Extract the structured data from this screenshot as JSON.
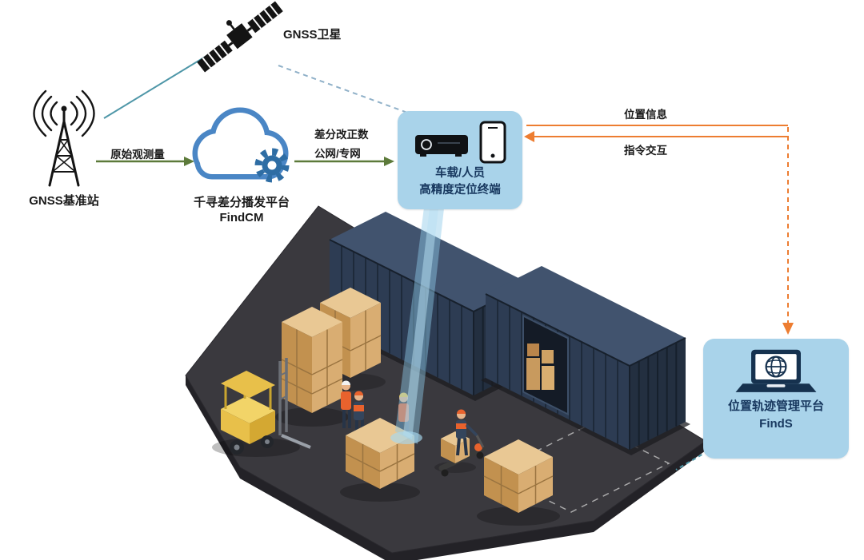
{
  "nodes": {
    "satellite": {
      "label": "GNSS卫星"
    },
    "base_station": {
      "label": "GNSS基准站"
    },
    "cloud_platform": {
      "name": "千寻差分播发平台",
      "product": "FindCM"
    },
    "terminal": {
      "line1": "车载/人员",
      "line2": "高精度定位终端"
    },
    "management_platform": {
      "name": "位置轨迹管理平台",
      "product": "FindS"
    }
  },
  "edges": {
    "raw_observation": "原始观测量",
    "correction_line1": "差分改正数",
    "correction_line2": "公网/专网",
    "position_info": "位置信息",
    "command_interaction": "指令交互"
  },
  "colors": {
    "node_box_fill": "#a9d3ea",
    "node_label_text": "#17375e",
    "flow_arrow_green": "#5c7a3a",
    "flow_arrow_orange": "#ed7d31",
    "link_teal": "#4f97a8",
    "satellite_dashed_link": "#8fb0c8",
    "cloud_blue": "#4a86c5",
    "gear_blue": "#2e6da4",
    "container_navy": "#2d3c53",
    "platform_gray": "#3a393e",
    "carton_tan": "#d9ad72",
    "forklift_yellow": "#e8c04a",
    "beam_blue": "#8ec9e8"
  }
}
